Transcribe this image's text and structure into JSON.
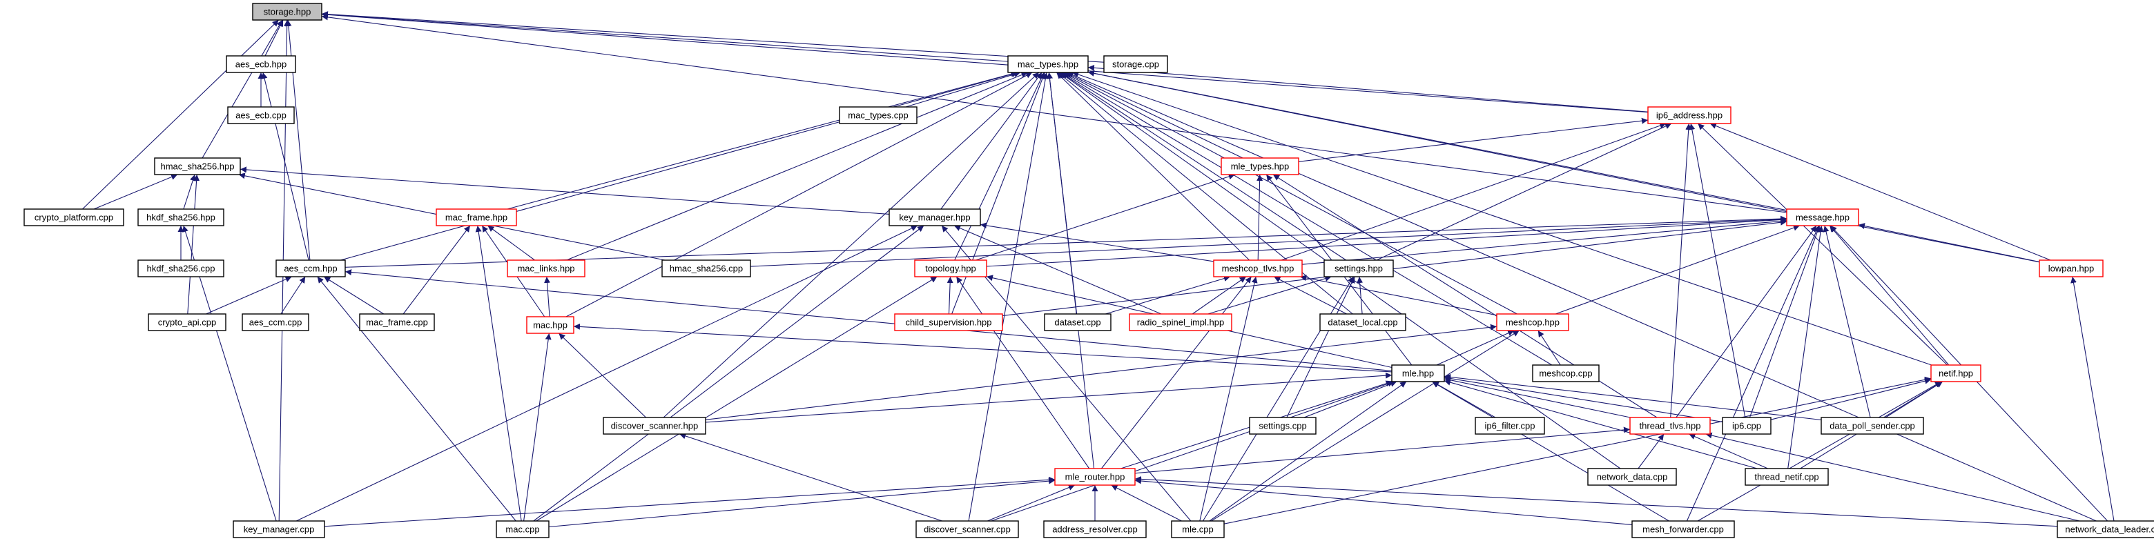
{
  "nodes": [
    {
      "id": "storage_hpp",
      "label": "storage.hpp",
      "style": "root"
    },
    {
      "id": "aes_ecb_hpp",
      "label": "aes_ecb.hpp",
      "style": "black"
    },
    {
      "id": "aes_ecb_cpp",
      "label": "aes_ecb.cpp",
      "style": "black"
    },
    {
      "id": "hmac_sha256_hpp",
      "label": "hmac_sha256.hpp",
      "style": "black"
    },
    {
      "id": "crypto_platform_cpp",
      "label": "crypto_platform.cpp",
      "style": "black"
    },
    {
      "id": "hkdf_sha256_hpp",
      "label": "hkdf_sha256.hpp",
      "style": "black"
    },
    {
      "id": "hkdf_sha256_cpp",
      "label": "hkdf_sha256.cpp",
      "style": "black"
    },
    {
      "id": "aes_ccm_hpp",
      "label": "aes_ccm.hpp",
      "style": "black"
    },
    {
      "id": "crypto_api_cpp",
      "label": "crypto_api.cpp",
      "style": "black"
    },
    {
      "id": "aes_ccm_cpp",
      "label": "aes_ccm.cpp",
      "style": "black"
    },
    {
      "id": "mac_frame_cpp",
      "label": "mac_frame.cpp",
      "style": "black"
    },
    {
      "id": "key_manager_cpp",
      "label": "key_manager.cpp",
      "style": "black"
    },
    {
      "id": "mac_cpp",
      "label": "mac.cpp",
      "style": "black"
    },
    {
      "id": "mac_types_hpp",
      "label": "mac_types.hpp",
      "style": "black"
    },
    {
      "id": "storage_cpp",
      "label": "storage.cpp",
      "style": "black"
    },
    {
      "id": "mac_types_cpp",
      "label": "mac_types.cpp",
      "style": "black"
    },
    {
      "id": "mac_frame_hpp",
      "label": "mac_frame.hpp",
      "style": "red"
    },
    {
      "id": "mac_links_hpp",
      "label": "mac_links.hpp",
      "style": "red"
    },
    {
      "id": "mac_hpp",
      "label": "mac.hpp",
      "style": "red"
    },
    {
      "id": "key_manager_hpp",
      "label": "key_manager.hpp",
      "style": "black"
    },
    {
      "id": "hmac_sha256_cpp",
      "label": "hmac_sha256.cpp",
      "style": "black"
    },
    {
      "id": "topology_hpp",
      "label": "topology.hpp",
      "style": "red"
    },
    {
      "id": "child_supervision_hpp",
      "label": "child_supervision.hpp",
      "style": "red"
    },
    {
      "id": "discover_scanner_hpp",
      "label": "discover_scanner.hpp",
      "style": "black"
    },
    {
      "id": "mle_types_hpp",
      "label": "mle_types.hpp",
      "style": "red"
    },
    {
      "id": "meshcop_tlvs_hpp",
      "label": "meshcop_tlvs.hpp",
      "style": "red"
    },
    {
      "id": "dataset_cpp",
      "label": "dataset.cpp",
      "style": "black"
    },
    {
      "id": "radio_spinel_impl_hpp",
      "label": "radio_spinel_impl.hpp",
      "style": "red"
    },
    {
      "id": "settings_hpp",
      "label": "settings.hpp",
      "style": "black"
    },
    {
      "id": "dataset_local_cpp",
      "label": "dataset_local.cpp",
      "style": "black"
    },
    {
      "id": "ip6_address_hpp",
      "label": "ip6_address.hpp",
      "style": "red"
    },
    {
      "id": "message_hpp",
      "label": "message.hpp",
      "style": "red"
    },
    {
      "id": "meshcop_hpp",
      "label": "meshcop.hpp",
      "style": "red"
    },
    {
      "id": "meshcop_cpp",
      "label": "meshcop.cpp",
      "style": "black"
    },
    {
      "id": "mle_hpp",
      "label": "mle.hpp",
      "style": "black"
    },
    {
      "id": "settings_cpp",
      "label": "settings.cpp",
      "style": "black"
    },
    {
      "id": "ip6_filter_cpp",
      "label": "ip6_filter.cpp",
      "style": "black"
    },
    {
      "id": "thread_tlvs_hpp",
      "label": "thread_tlvs.hpp",
      "style": "red"
    },
    {
      "id": "ip6_cpp",
      "label": "ip6.cpp",
      "style": "black"
    },
    {
      "id": "data_poll_sender_cpp",
      "label": "data_poll_sender.cpp",
      "style": "black"
    },
    {
      "id": "netif_hpp",
      "label": "netif.hpp",
      "style": "red"
    },
    {
      "id": "lowpan_hpp",
      "label": "lowpan.hpp",
      "style": "red"
    },
    {
      "id": "network_data_cpp",
      "label": "network_data.cpp",
      "style": "black"
    },
    {
      "id": "thread_netif_cpp",
      "label": "thread_netif.cpp",
      "style": "black"
    },
    {
      "id": "mle_router_hpp",
      "label": "mle_router.hpp",
      "style": "red"
    },
    {
      "id": "discover_scanner_cpp",
      "label": "discover_scanner.cpp",
      "style": "black"
    },
    {
      "id": "address_resolver_cpp",
      "label": "address_resolver.cpp",
      "style": "black"
    },
    {
      "id": "mle_cpp",
      "label": "mle.cpp",
      "style": "black"
    },
    {
      "id": "mesh_forwarder_cpp",
      "label": "mesh_forwarder.cpp",
      "style": "black"
    },
    {
      "id": "network_data_leader_cpp",
      "label": "network_data_leader.cpp",
      "style": "black"
    }
  ],
  "edges": [
    [
      "aes_ecb_hpp",
      "storage_hpp"
    ],
    [
      "hmac_sha256_hpp",
      "storage_hpp"
    ],
    [
      "crypto_platform_cpp",
      "storage_hpp"
    ],
    [
      "aes_ccm_hpp",
      "storage_hpp"
    ],
    [
      "key_manager_cpp",
      "storage_hpp"
    ],
    [
      "mac_types_hpp",
      "storage_hpp"
    ],
    [
      "storage_cpp",
      "storage_hpp"
    ],
    [
      "message_hpp",
      "storage_hpp"
    ],
    [
      "ip6_address_hpp",
      "storage_hpp"
    ],
    [
      "aes_ecb_cpp",
      "aes_ecb_hpp"
    ],
    [
      "aes_ccm_hpp",
      "aes_ecb_hpp"
    ],
    [
      "crypto_platform_cpp",
      "hmac_sha256_hpp"
    ],
    [
      "hkdf_sha256_hpp",
      "hmac_sha256_hpp"
    ],
    [
      "crypto_api_cpp",
      "hmac_sha256_hpp"
    ],
    [
      "key_manager_hpp",
      "hmac_sha256_hpp"
    ],
    [
      "hmac_sha256_cpp",
      "hmac_sha256_hpp"
    ],
    [
      "hkdf_sha256_cpp",
      "hkdf_sha256_hpp"
    ],
    [
      "key_manager_cpp",
      "hkdf_sha256_hpp"
    ],
    [
      "crypto_api_cpp",
      "aes_ccm_hpp"
    ],
    [
      "aes_ccm_cpp",
      "aes_ccm_hpp"
    ],
    [
      "mac_frame_cpp",
      "aes_ccm_hpp"
    ],
    [
      "mac_cpp",
      "aes_ccm_hpp"
    ],
    [
      "mle_hpp",
      "aes_ccm_hpp"
    ],
    [
      "mac_types_cpp",
      "mac_types_hpp"
    ],
    [
      "aes_ccm_hpp",
      "mac_types_hpp"
    ],
    [
      "mac_frame_hpp",
      "mac_types_hpp"
    ],
    [
      "mac_links_hpp",
      "mac_types_hpp"
    ],
    [
      "mac_hpp",
      "mac_types_hpp"
    ],
    [
      "key_manager_hpp",
      "mac_types_hpp"
    ],
    [
      "topology_hpp",
      "mac_types_hpp"
    ],
    [
      "child_supervision_hpp",
      "mac_types_hpp"
    ],
    [
      "discover_scanner_hpp",
      "mac_types_hpp"
    ],
    [
      "mle_types_hpp",
      "mac_types_hpp"
    ],
    [
      "meshcop_tlvs_hpp",
      "mac_types_hpp"
    ],
    [
      "dataset_cpp",
      "mac_types_hpp"
    ],
    [
      "settings_hpp",
      "mac_types_hpp"
    ],
    [
      "ip6_address_hpp",
      "mac_types_hpp"
    ],
    [
      "message_hpp",
      "mac_types_hpp"
    ],
    [
      "meshcop_hpp",
      "mac_types_hpp"
    ],
    [
      "meshcop_cpp",
      "mac_types_hpp"
    ],
    [
      "network_data_cpp",
      "mac_types_hpp"
    ],
    [
      "lowpan_hpp",
      "mac_types_hpp"
    ],
    [
      "netif_hpp",
      "mac_types_hpp"
    ],
    [
      "network_data_leader_cpp",
      "mac_types_hpp"
    ],
    [
      "mle_router_hpp",
      "mac_types_hpp"
    ],
    [
      "discover_scanner_cpp",
      "mac_types_hpp"
    ],
    [
      "dataset_local_cpp",
      "mac_types_hpp"
    ],
    [
      "mac_links_hpp",
      "mac_frame_hpp"
    ],
    [
      "mac_hpp",
      "mac_frame_hpp"
    ],
    [
      "mac_frame_cpp",
      "mac_frame_hpp"
    ],
    [
      "mac_cpp",
      "mac_frame_hpp"
    ],
    [
      "mac_hpp",
      "mac_links_hpp"
    ],
    [
      "mac_cpp",
      "mac_hpp"
    ],
    [
      "discover_scanner_hpp",
      "mac_hpp"
    ],
    [
      "mle_hpp",
      "mac_hpp"
    ],
    [
      "key_manager_cpp",
      "key_manager_hpp"
    ],
    [
      "mac_cpp",
      "key_manager_hpp"
    ],
    [
      "meshcop_tlvs_hpp",
      "key_manager_hpp"
    ],
    [
      "radio_spinel_impl_hpp",
      "key_manager_hpp"
    ],
    [
      "mle_cpp",
      "key_manager_hpp"
    ],
    [
      "child_supervision_hpp",
      "topology_hpp"
    ],
    [
      "mle_hpp",
      "topology_hpp"
    ],
    [
      "mle_router_hpp",
      "topology_hpp"
    ],
    [
      "mac_cpp",
      "topology_hpp"
    ],
    [
      "topology_hpp",
      "mle_types_hpp"
    ],
    [
      "meshcop_tlvs_hpp",
      "mle_types_hpp"
    ],
    [
      "mle_hpp",
      "mle_types_hpp"
    ],
    [
      "thread_tlvs_hpp",
      "mle_types_hpp"
    ],
    [
      "dataset_cpp",
      "meshcop_tlvs_hpp"
    ],
    [
      "radio_spinel_impl_hpp",
      "meshcop_tlvs_hpp"
    ],
    [
      "dataset_local_cpp",
      "meshcop_tlvs_hpp"
    ],
    [
      "meshcop_hpp",
      "meshcop_tlvs_hpp"
    ],
    [
      "mle_router_hpp",
      "meshcop_tlvs_hpp"
    ],
    [
      "mle_cpp",
      "meshcop_tlvs_hpp"
    ],
    [
      "dataset_local_cpp",
      "settings_hpp"
    ],
    [
      "settings_cpp",
      "settings_hpp"
    ],
    [
      "mle_cpp",
      "settings_hpp"
    ],
    [
      "radio_spinel_impl_hpp",
      "settings_hpp"
    ],
    [
      "mle_types_hpp",
      "ip6_address_hpp"
    ],
    [
      "meshcop_tlvs_hpp",
      "ip6_address_hpp"
    ],
    [
      "settings_hpp",
      "ip6_address_hpp"
    ],
    [
      "thread_tlvs_hpp",
      "ip6_address_hpp"
    ],
    [
      "ip6_cpp",
      "ip6_address_hpp"
    ],
    [
      "netif_hpp",
      "ip6_address_hpp"
    ],
    [
      "lowpan_hpp",
      "ip6_address_hpp"
    ],
    [
      "aes_ccm_hpp",
      "message_hpp"
    ],
    [
      "topology_hpp",
      "message_hpp"
    ],
    [
      "child_supervision_hpp",
      "message_hpp"
    ],
    [
      "meshcop_tlvs_hpp",
      "message_hpp"
    ],
    [
      "meshcop_hpp",
      "message_hpp"
    ],
    [
      "thread_tlvs_hpp",
      "message_hpp"
    ],
    [
      "ip6_cpp",
      "message_hpp"
    ],
    [
      "data_poll_sender_cpp",
      "message_hpp"
    ],
    [
      "netif_hpp",
      "message_hpp"
    ],
    [
      "lowpan_hpp",
      "message_hpp"
    ],
    [
      "thread_netif_cpp",
      "message_hpp"
    ],
    [
      "mesh_forwarder_cpp",
      "message_hpp"
    ],
    [
      "network_data_leader_cpp",
      "message_hpp"
    ],
    [
      "hmac_sha256_cpp",
      "message_hpp"
    ],
    [
      "meshcop_cpp",
      "meshcop_hpp"
    ],
    [
      "mle_hpp",
      "meshcop_hpp"
    ],
    [
      "discover_scanner_hpp",
      "meshcop_hpp"
    ],
    [
      "mle_cpp",
      "meshcop_hpp"
    ],
    [
      "settings_cpp",
      "mle_hpp"
    ],
    [
      "ip6_filter_cpp",
      "mle_hpp"
    ],
    [
      "thread_tlvs_hpp",
      "mle_hpp"
    ],
    [
      "ip6_cpp",
      "mle_hpp"
    ],
    [
      "data_poll_sender_cpp",
      "mle_hpp"
    ],
    [
      "discover_scanner_hpp",
      "mle_hpp"
    ],
    [
      "mle_router_hpp",
      "mle_hpp"
    ],
    [
      "mle_cpp",
      "mle_hpp"
    ],
    [
      "mesh_forwarder_cpp",
      "mle_hpp"
    ],
    [
      "thread_netif_cpp",
      "mle_hpp"
    ],
    [
      "discover_scanner_cpp",
      "mle_hpp"
    ],
    [
      "network_data_cpp",
      "thread_tlvs_hpp"
    ],
    [
      "thread_netif_cpp",
      "thread_tlvs_hpp"
    ],
    [
      "mle_router_hpp",
      "thread_tlvs_hpp"
    ],
    [
      "network_data_leader_cpp",
      "thread_tlvs_hpp"
    ],
    [
      "ip6_cpp",
      "netif_hpp"
    ],
    [
      "data_poll_sender_cpp",
      "netif_hpp"
    ],
    [
      "thread_netif_cpp",
      "netif_hpp"
    ],
    [
      "mle_cpp",
      "netif_hpp"
    ],
    [
      "mesh_forwarder_cpp",
      "netif_hpp"
    ],
    [
      "network_data_leader_cpp",
      "lowpan_hpp"
    ],
    [
      "discover_scanner_cpp",
      "discover_scanner_hpp"
    ],
    [
      "key_manager_cpp",
      "mle_router_hpp"
    ],
    [
      "mac_cpp",
      "mle_router_hpp"
    ],
    [
      "discover_scanner_cpp",
      "mle_router_hpp"
    ],
    [
      "address_resolver_cpp",
      "mle_router_hpp"
    ],
    [
      "mle_cpp",
      "mle_router_hpp"
    ],
    [
      "mesh_forwarder_cpp",
      "mle_router_hpp"
    ],
    [
      "network_data_leader_cpp",
      "mle_router_hpp"
    ]
  ]
}
